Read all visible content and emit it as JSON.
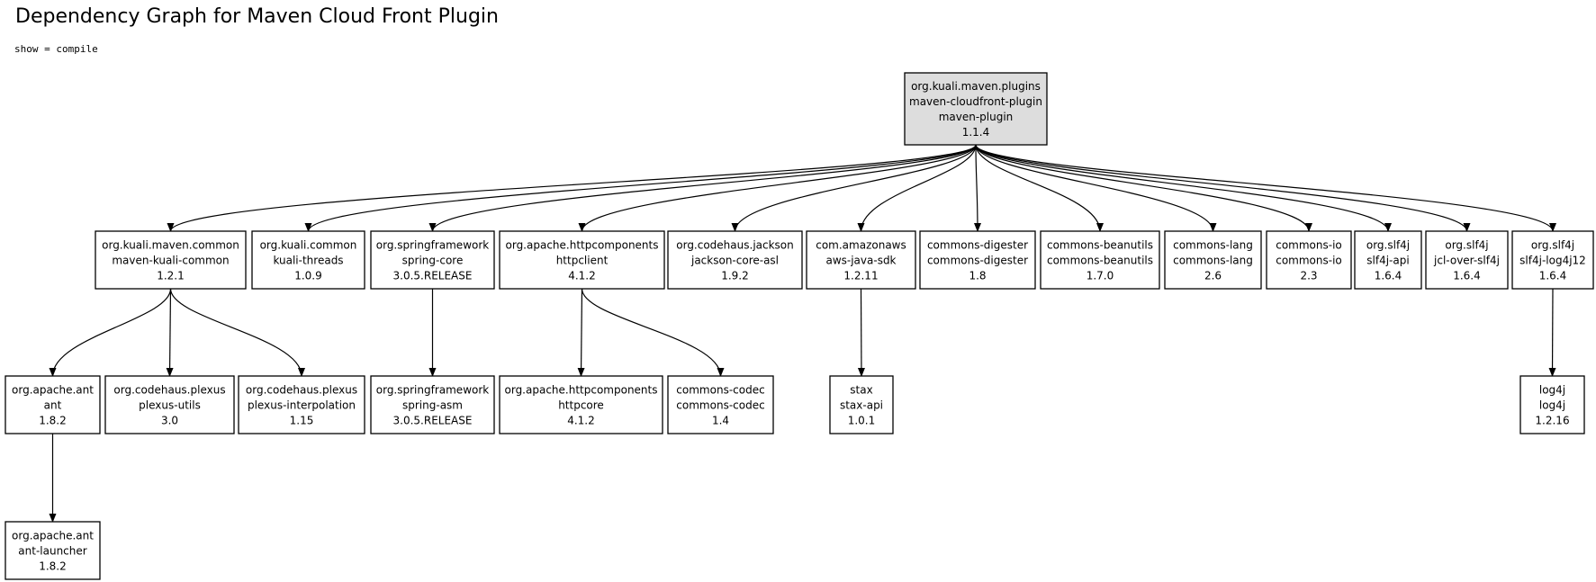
{
  "title": "Dependency Graph for Maven Cloud Front Plugin",
  "subtitle": "show = compile",
  "nodes": [
    {
      "id": "root",
      "lines": [
        "org.kuali.maven.plugins",
        "maven-cloudfront-plugin",
        "maven-plugin",
        "1.1.4"
      ],
      "root": true
    },
    {
      "id": "kuali-common",
      "lines": [
        "org.kuali.maven.common",
        "maven-kuali-common",
        "1.2.1"
      ]
    },
    {
      "id": "kuali-threads",
      "lines": [
        "org.kuali.common",
        "kuali-threads",
        "1.0.9"
      ]
    },
    {
      "id": "spring-core",
      "lines": [
        "org.springframework",
        "spring-core",
        "3.0.5.RELEASE"
      ]
    },
    {
      "id": "httpclient",
      "lines": [
        "org.apache.httpcomponents",
        "httpclient",
        "4.1.2"
      ]
    },
    {
      "id": "jackson",
      "lines": [
        "org.codehaus.jackson",
        "jackson-core-asl",
        "1.9.2"
      ]
    },
    {
      "id": "aws-sdk",
      "lines": [
        "com.amazonaws",
        "aws-java-sdk",
        "1.2.11"
      ]
    },
    {
      "id": "digester",
      "lines": [
        "commons-digester",
        "commons-digester",
        "1.8"
      ]
    },
    {
      "id": "beanutils",
      "lines": [
        "commons-beanutils",
        "commons-beanutils",
        "1.7.0"
      ]
    },
    {
      "id": "lang",
      "lines": [
        "commons-lang",
        "commons-lang",
        "2.6"
      ]
    },
    {
      "id": "io",
      "lines": [
        "commons-io",
        "commons-io",
        "2.3"
      ]
    },
    {
      "id": "slf4j-api",
      "lines": [
        "org.slf4j",
        "slf4j-api",
        "1.6.4"
      ]
    },
    {
      "id": "jcl-over-slf4j",
      "lines": [
        "org.slf4j",
        "jcl-over-slf4j",
        "1.6.4"
      ]
    },
    {
      "id": "slf4j-log4j12",
      "lines": [
        "org.slf4j",
        "slf4j-log4j12",
        "1.6.4"
      ]
    },
    {
      "id": "ant",
      "lines": [
        "org.apache.ant",
        "ant",
        "1.8.2"
      ]
    },
    {
      "id": "plexus-utils",
      "lines": [
        "org.codehaus.plexus",
        "plexus-utils",
        "3.0"
      ]
    },
    {
      "id": "plexus-interp",
      "lines": [
        "org.codehaus.plexus",
        "plexus-interpolation",
        "1.15"
      ]
    },
    {
      "id": "spring-asm",
      "lines": [
        "org.springframework",
        "spring-asm",
        "3.0.5.RELEASE"
      ]
    },
    {
      "id": "httpcore",
      "lines": [
        "org.apache.httpcomponents",
        "httpcore",
        "4.1.2"
      ]
    },
    {
      "id": "codec",
      "lines": [
        "commons-codec",
        "commons-codec",
        "1.4"
      ]
    },
    {
      "id": "stax",
      "lines": [
        "stax",
        "stax-api",
        "1.0.1"
      ]
    },
    {
      "id": "log4j",
      "lines": [
        "log4j",
        "log4j",
        "1.2.16"
      ]
    },
    {
      "id": "ant-launcher",
      "lines": [
        "org.apache.ant",
        "ant-launcher",
        "1.8.2"
      ]
    }
  ],
  "edges": [
    [
      "root",
      "kuali-common"
    ],
    [
      "root",
      "kuali-threads"
    ],
    [
      "root",
      "spring-core"
    ],
    [
      "root",
      "httpclient"
    ],
    [
      "root",
      "jackson"
    ],
    [
      "root",
      "aws-sdk"
    ],
    [
      "root",
      "digester"
    ],
    [
      "root",
      "beanutils"
    ],
    [
      "root",
      "lang"
    ],
    [
      "root",
      "io"
    ],
    [
      "root",
      "slf4j-api"
    ],
    [
      "root",
      "jcl-over-slf4j"
    ],
    [
      "root",
      "slf4j-log4j12"
    ],
    [
      "kuali-common",
      "ant"
    ],
    [
      "kuali-common",
      "plexus-utils"
    ],
    [
      "kuali-common",
      "plexus-interp"
    ],
    [
      "spring-core",
      "spring-asm"
    ],
    [
      "httpclient",
      "httpcore"
    ],
    [
      "httpclient",
      "codec"
    ],
    [
      "aws-sdk",
      "stax"
    ],
    [
      "slf4j-log4j12",
      "log4j"
    ],
    [
      "ant",
      "ant-launcher"
    ]
  ]
}
